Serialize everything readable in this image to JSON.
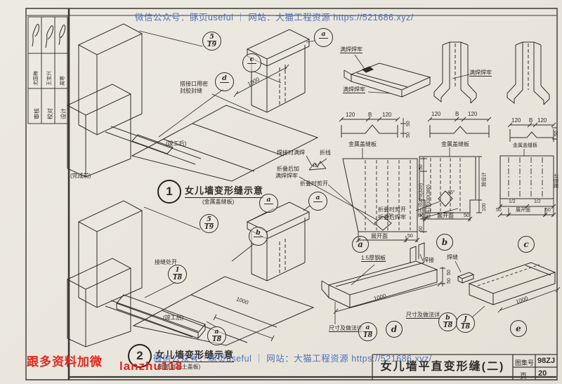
{
  "colors": {
    "paper": "#ebe7de",
    "ink": "#2e2c28",
    "watermark_blue": "#3f68b8",
    "promo_red": "#e2271c"
  },
  "watermarks": {
    "line": "微信公众号：豚页useful ｜ 网站：大猫工程资源 https://521686.xyz/",
    "promo": "跟多资料加微",
    "handle": "lanzhu118"
  },
  "left_block": {
    "cols": [
      {
        "role": "审核",
        "name": "尤国梅"
      },
      {
        "role": "校对",
        "name": "王宝兴"
      },
      {
        "role": "设计",
        "name": "周寒"
      }
    ]
  },
  "co": {
    "five": "5",
    "nineteen": "19",
    "a": "a",
    "b": "b",
    "c": "c",
    "d": "d",
    "e": "e",
    "one": "1",
    "eighteen": "18",
    "J": "J"
  },
  "dims": {
    "d120": "120",
    "dB": "B",
    "d50": "50",
    "d100": "100",
    "d1000": "1000",
    "half": "1/2"
  },
  "d1": {
    "num": "1",
    "title": "女儿墙变形缝示意",
    "sub": "(金属盖缝板)",
    "note1": "搭接口用密",
    "note2": "封胶封缝",
    "before": "(完成前)",
    "after": "(竣工后)"
  },
  "d2": {
    "num": "2",
    "title": "女儿墙变形缝示意",
    "sub": "(钢筋混凝土盖板)",
    "joint": "接缝处开",
    "after": "(竣工后)"
  },
  "welds": {
    "label": "满焊焊牢"
  },
  "pa": {
    "plate": "金属盖缝板",
    "n1": "焊接时满焊",
    "n2": "折线",
    "n3": "折叠后加",
    "n4": "满焊焊牢",
    "n5": "折叠时剪开",
    "ang": "45°",
    "devl": "展开面",
    "side_main1": "无压顶270(320)",
    "side_main2": "有压顶330(380)"
  },
  "pb": {
    "n1": "折叠时剪开",
    "n2": "折叠后焊牢",
    "r1": "按设计"
  },
  "dd": {
    "plate": "1.5厚钢板",
    "weld": "焊接",
    "note": "尺寸及做法详"
  },
  "de": {
    "weld": "焊缝",
    "note": "尺寸及做法详"
  },
  "footer": {
    "title": "女儿墙平直变形缝(二)",
    "fl": "图集号",
    "fv": "98ZJ",
    "pl": "页",
    "pv": "20"
  }
}
